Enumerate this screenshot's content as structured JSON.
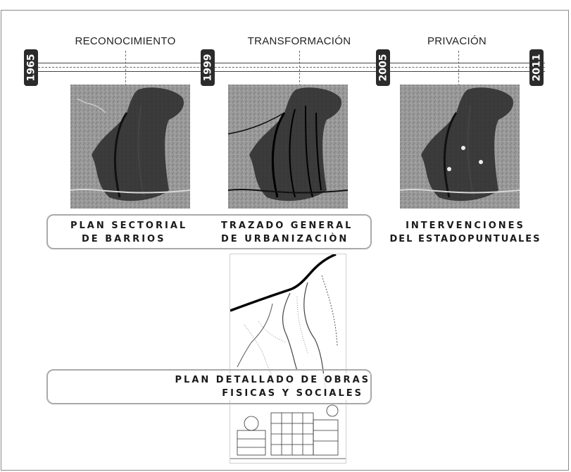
{
  "phases": [
    {
      "label": "RECONOCIMIENTO"
    },
    {
      "label": "TRANSFORMACIÓN"
    },
    {
      "label": "PRIVACIÓN"
    }
  ],
  "years": [
    "1965",
    "1999",
    "2005",
    "2011"
  ],
  "captions": {
    "plan_sectorial": {
      "line1": "PLAN SECTORIAL",
      "line2": "DE BARRIOS"
    },
    "trazado": {
      "line1": "TRAZADO GENERAL",
      "line2": "DE URBANIZACIÒN"
    },
    "intervenciones": {
      "line1": "INTERVENCIONES",
      "line2": "DEL ESTADOPUNTUALES"
    },
    "plan_detallado": {
      "line1": "PLAN DETALLADO DE OBRAS",
      "line2": "FISICAS Y SOCIALES"
    }
  },
  "colors": {
    "label_box": "#2b2b2b",
    "bracket": "#aaaaaa",
    "frame": "#8a8a8a"
  }
}
